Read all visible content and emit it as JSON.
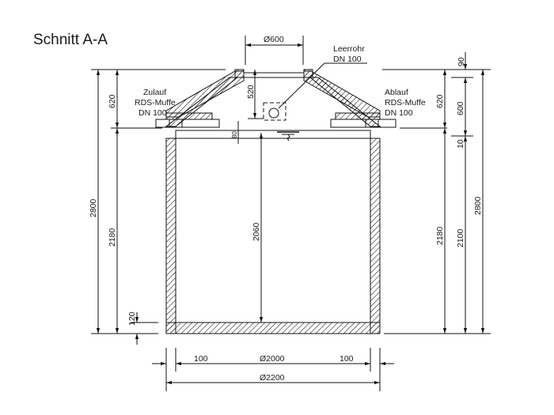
{
  "title": "Schnitt A-A",
  "annotations": {
    "inlet": {
      "line1": "Zulauf",
      "line2": "RDS-Muffe",
      "line3": "DN 100"
    },
    "outlet": {
      "line1": "Ablauf",
      "line2": "RDS-Muffe",
      "line3": "DN 100"
    },
    "conduit": {
      "line1": "Leerrohr",
      "line2": "DN 100"
    }
  },
  "dimensions": {
    "opening_diameter": "Ø600",
    "cone_height": "520",
    "cover_thickness": "80",
    "inner_height": "2060",
    "left_total_height": "2800",
    "left_top_section": "620",
    "left_body_height": "2180",
    "bottom_thickness": "120",
    "right_top_offset": "90",
    "right_top_section": "620",
    "right_inlet_height": "600",
    "right_gap": "10",
    "right_body_height": "2180",
    "right_water_height": "2100",
    "right_total_height": "2800",
    "wall_left": "100",
    "inner_diameter": "Ø2000",
    "wall_right": "100",
    "outer_diameter": "Ø2200"
  }
}
